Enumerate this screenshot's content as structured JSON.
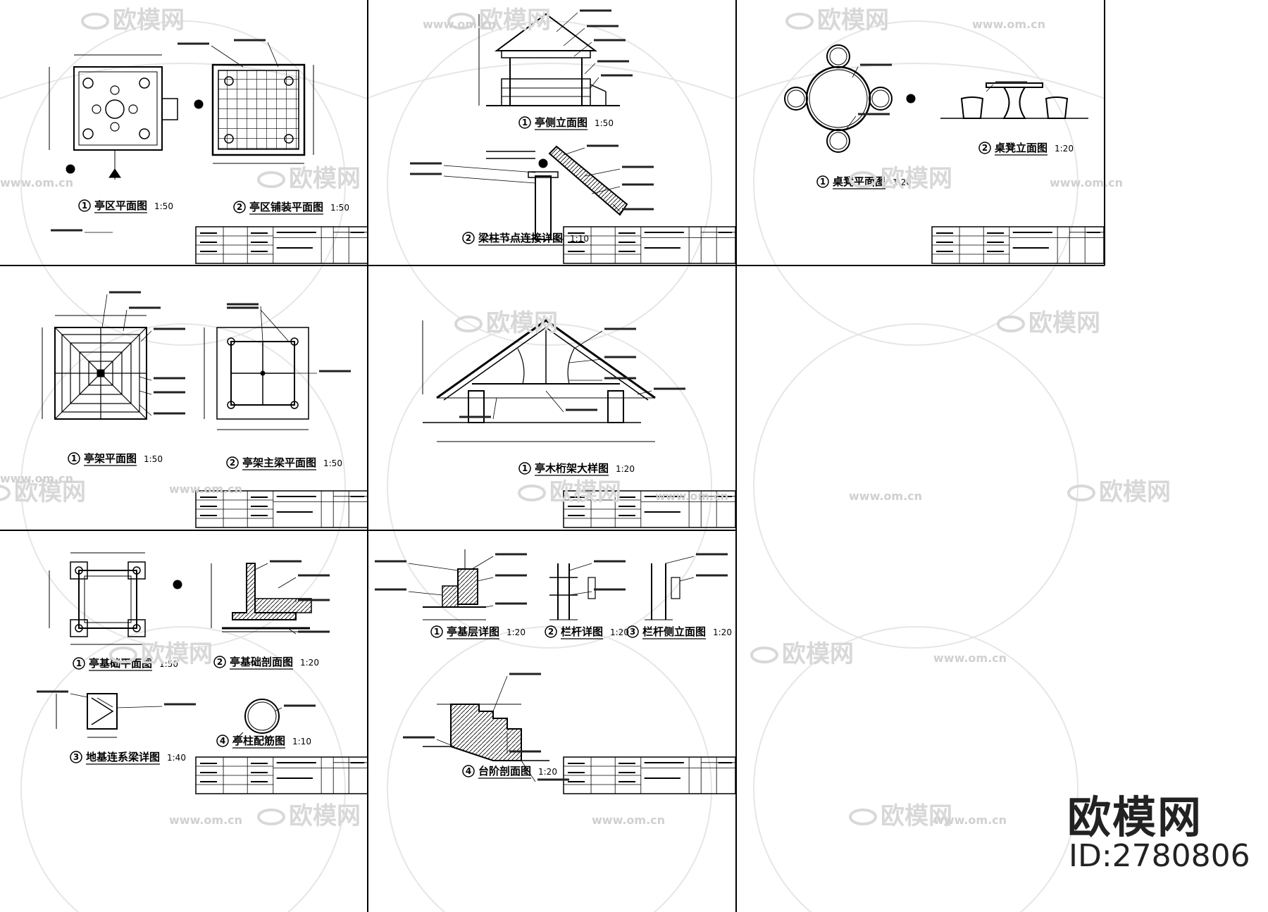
{
  "watermark": {
    "logo_text": "欧模网",
    "url": "www.om.cn"
  },
  "brand": {
    "name": "欧模网",
    "id": "ID:2780806"
  },
  "sheets": [
    {
      "captions": [
        {
          "num": "1",
          "title": "亭区平面图",
          "scale": "1:50"
        },
        {
          "num": "2",
          "title": "亭区铺装平面图",
          "scale": "1:50"
        }
      ]
    },
    {
      "captions": [
        {
          "num": "1",
          "title": "亭侧立面图",
          "scale": "1:50"
        },
        {
          "num": "2",
          "title": "梁柱节点连接详图",
          "scale": "1:10"
        }
      ]
    },
    {
      "captions": [
        {
          "num": "1",
          "title": "桌凳平面图",
          "scale": "1:20"
        },
        {
          "num": "2",
          "title": "桌凳立面图",
          "scale": "1:20"
        }
      ]
    },
    {
      "captions": [
        {
          "num": "1",
          "title": "亭架平面图",
          "scale": "1:50"
        },
        {
          "num": "2",
          "title": "亭架主梁平面图",
          "scale": "1:50"
        }
      ]
    },
    {
      "captions": [
        {
          "num": "1",
          "title": "亭木桁架大样图",
          "scale": "1:20"
        }
      ]
    },
    {
      "captions": [
        {
          "num": "1",
          "title": "亭基础平面图",
          "scale": "1:50"
        },
        {
          "num": "2",
          "title": "亭基础剖面图",
          "scale": "1:20"
        },
        {
          "num": "3",
          "title": "地基连系梁详图",
          "scale": "1:40"
        },
        {
          "num": "4",
          "title": "亭柱配筋图",
          "scale": "1:10"
        }
      ]
    },
    {
      "captions": [
        {
          "num": "1",
          "title": "亭基层详图",
          "scale": "1:20"
        },
        {
          "num": "2",
          "title": "栏杆详图",
          "scale": "1:20"
        },
        {
          "num": "3",
          "title": "栏杆侧立面图",
          "scale": "1:20"
        },
        {
          "num": "4",
          "title": "台阶剖面图",
          "scale": "1:20"
        }
      ]
    }
  ]
}
